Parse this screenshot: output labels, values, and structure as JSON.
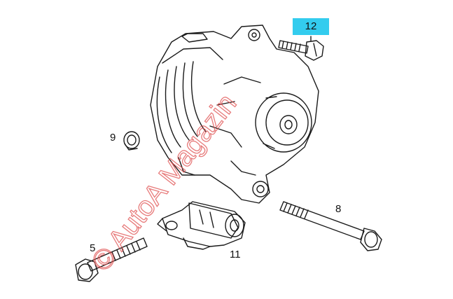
{
  "callouts": {
    "part_12": "12",
    "part_9": "9",
    "part_8": "8",
    "part_5": "5",
    "part_11": "11"
  },
  "watermark": "© AutoA Magazin",
  "colors": {
    "line": "#1a1a1a",
    "highlight": "#33ccee",
    "watermark": "#e05050"
  }
}
